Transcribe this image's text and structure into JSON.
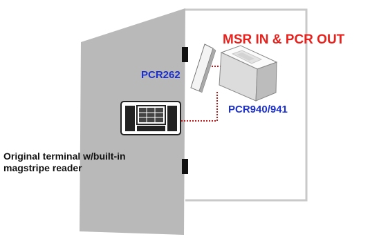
{
  "diagram": {
    "title": "MSR IN & PCR OUT",
    "devices": {
      "pcr262": "PCR262",
      "pcr940": "PCR940/941",
      "terminal_line1": "Original terminal w/built-in",
      "terminal_line2": "magstripe reader"
    },
    "colors": {
      "title": "#e8211c",
      "device_label": "#1b2fd0",
      "door": "#b9b9b9",
      "frame": "#c9c9c9",
      "connector": "#c0181b"
    }
  }
}
